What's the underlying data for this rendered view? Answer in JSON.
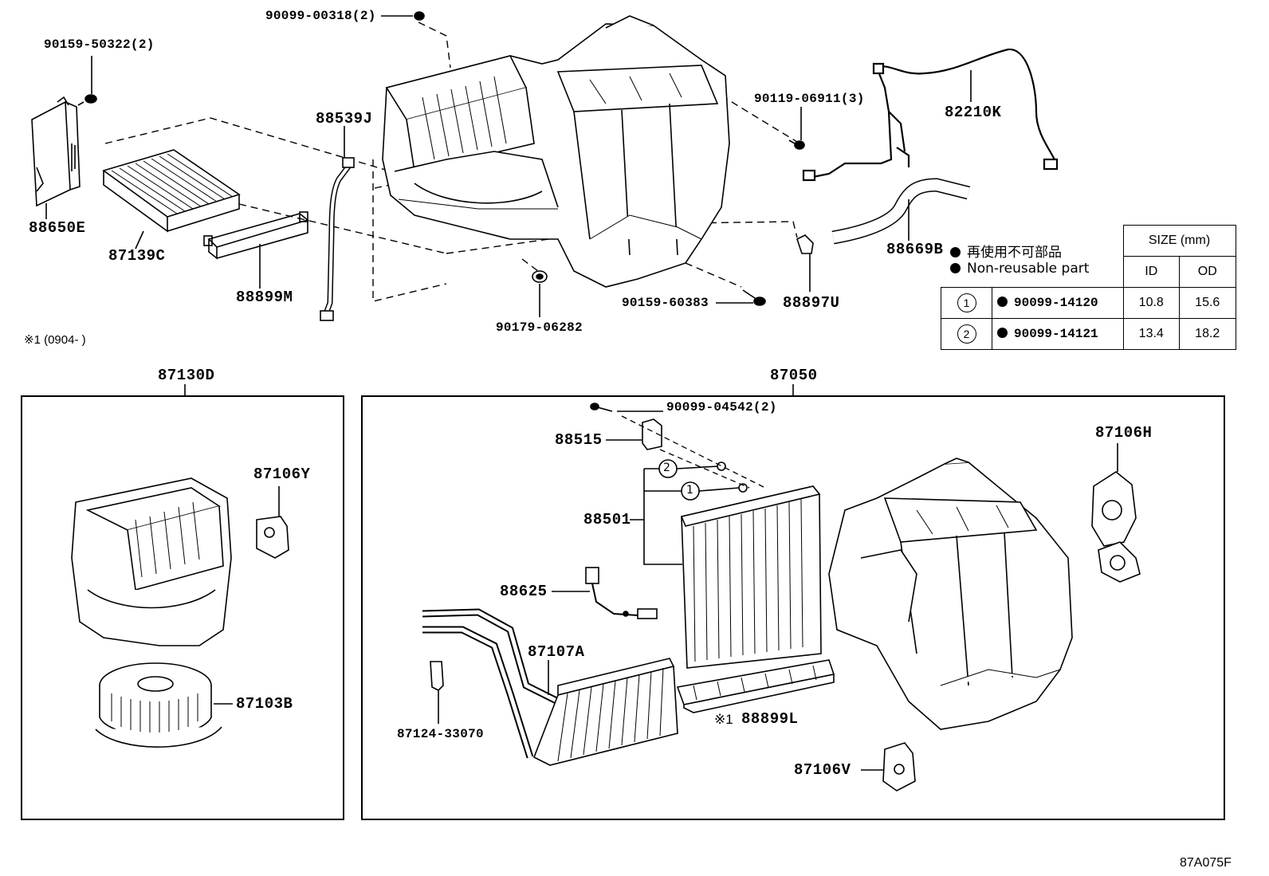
{
  "parts": {
    "p_90099_00318": "90099-00318(2)",
    "p_90159_50322": "90159-50322(2)",
    "p_88650E": "88650E",
    "p_87139C": "87139C",
    "p_88899M": "88899M",
    "p_88539J": "88539J",
    "p_90179_06282": "90179-06282",
    "p_90119_06911": "90119-06911(3)",
    "p_82210K": "82210K",
    "p_88669B": "88669B",
    "p_90159_60383": "90159-60383",
    "p_88897U": "88897U",
    "p_87130D": "87130D",
    "p_87050": "87050",
    "p_87106Y": "87106Y",
    "p_87103B": "87103B",
    "p_90099_04542": "90099-04542(2)",
    "p_88515": "88515",
    "p_88501": "88501",
    "p_88625": "88625",
    "p_87107A": "87107A",
    "p_87124_33070": "87124-33070",
    "p_88899L": "88899L",
    "p_87106H": "87106H",
    "p_87106V": "87106V"
  },
  "notes": {
    "footnote_1": "※1 (0904-     )",
    "footnote_marker": "※1",
    "figure_code": "87A075F",
    "callout_1": "1",
    "callout_2": "2"
  },
  "legend": {
    "japanese": "再使用不可部品",
    "english": "Non-reusable part"
  },
  "size_table": {
    "header": "SIZE (mm)",
    "col_id": "ID",
    "col_od": "OD",
    "rows": [
      {
        "no": "1",
        "part": "90099-14120",
        "id": "10.8",
        "od": "15.6"
      },
      {
        "no": "2",
        "part": "90099-14121",
        "id": "13.4",
        "od": "18.2"
      }
    ]
  },
  "colors": {
    "ink": "#000000",
    "paper": "#ffffff"
  }
}
